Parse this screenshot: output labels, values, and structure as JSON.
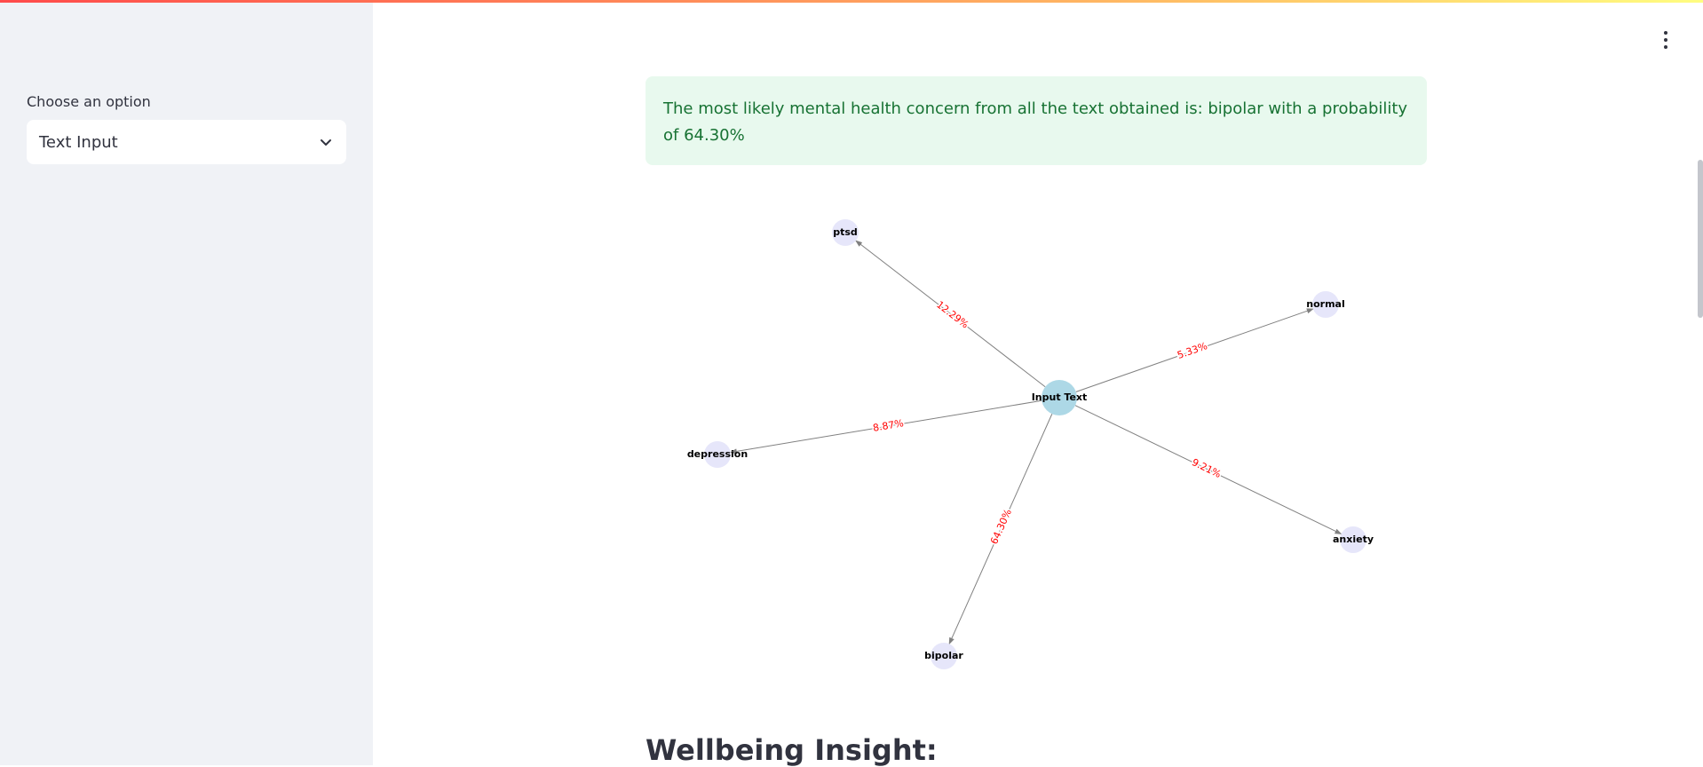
{
  "sidebar": {
    "select_label": "Choose an option",
    "select_value": "Text Input",
    "select_icon": "chevron-down-icon"
  },
  "main": {
    "menu_icon": "vertical-ellipsis-icon",
    "alert_text": "The most likely mental health concern from all the text obtained is: bipolar with a probability of 64.30%",
    "section_heading": "Wellbeing Insight:"
  },
  "colors": {
    "sidebar_bg": "#f0f2f6",
    "alert_bg": "#e8f9ee",
    "alert_text": "#177233",
    "center_node": "#add8e6",
    "outer_node": "#e6e6fa",
    "edge_label": "#ff0000",
    "edge": "#808080"
  },
  "graph": {
    "center": {
      "label": "Input Text"
    },
    "nodes": [
      {
        "label": "ptsd",
        "probability": "12.29%"
      },
      {
        "label": "normal",
        "probability": "5.33%"
      },
      {
        "label": "depression",
        "probability": "8.87%"
      },
      {
        "label": "anxiety",
        "probability": "9.21%"
      },
      {
        "label": "bipolar",
        "probability": "64.30%"
      }
    ]
  }
}
